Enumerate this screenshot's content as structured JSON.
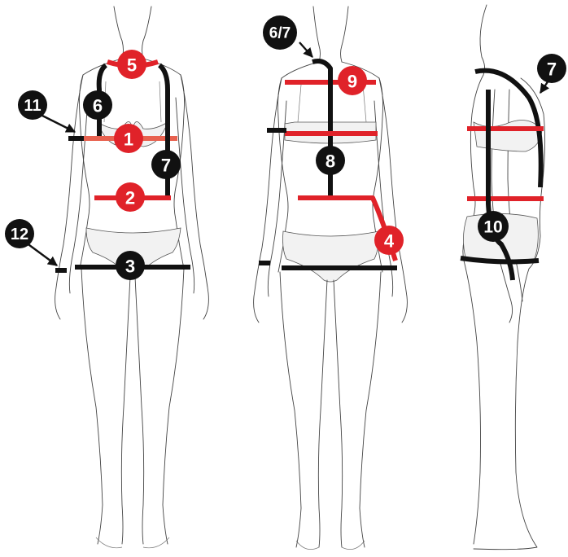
{
  "colors": {
    "measure_red": "#e02229",
    "measure_black": "#111111",
    "outline": "#444444"
  },
  "badges": {
    "b1": "1",
    "b2": "2",
    "b3": "3",
    "b4": "4",
    "b5": "5",
    "b6": "6",
    "b67": "6/7",
    "b7a": "7",
    "b7b": "7",
    "b8": "8",
    "b9": "9",
    "b10": "10",
    "b11": "11",
    "b12": "12"
  }
}
